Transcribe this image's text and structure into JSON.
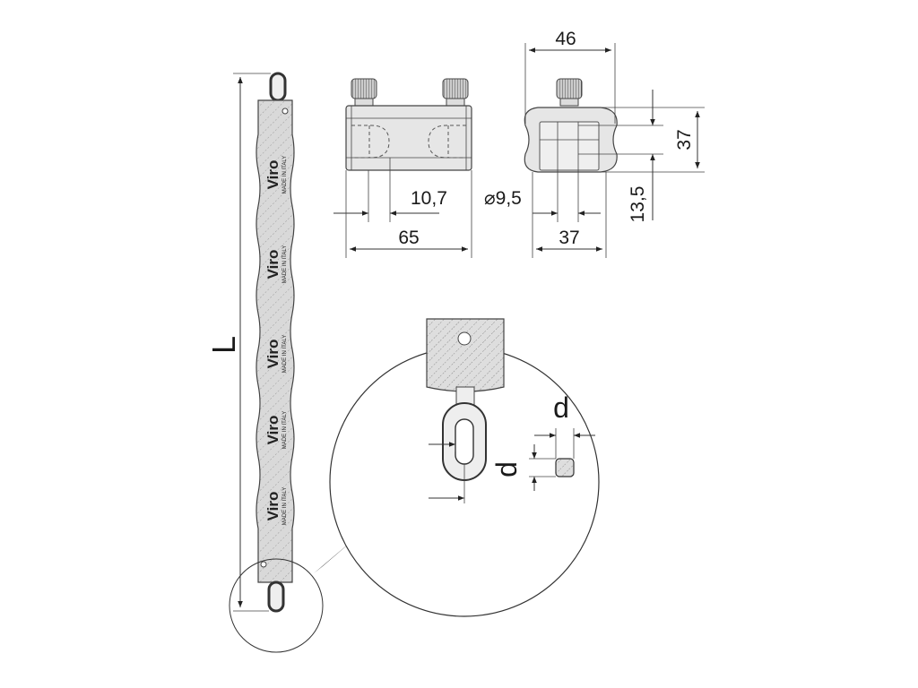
{
  "dimensions": {
    "length_label": "L",
    "block_width_top": "46",
    "block_height": "37",
    "pin_spacing": "10,7",
    "hole_diameter": "⌀9,5",
    "block_length": "65",
    "offset": "13,5",
    "block_width_bottom": "37",
    "link_d_horizontal": "d",
    "link_d_vertical": "d"
  },
  "sleeve_branding": {
    "brand": "Viro",
    "made_in": "MADE IN ITALY"
  },
  "colors": {
    "line": "#333333",
    "sleeve_fill": "#d6d6d6",
    "lock_fill": "#e4e4e4",
    "detail_fill": "#e8e8e8"
  }
}
